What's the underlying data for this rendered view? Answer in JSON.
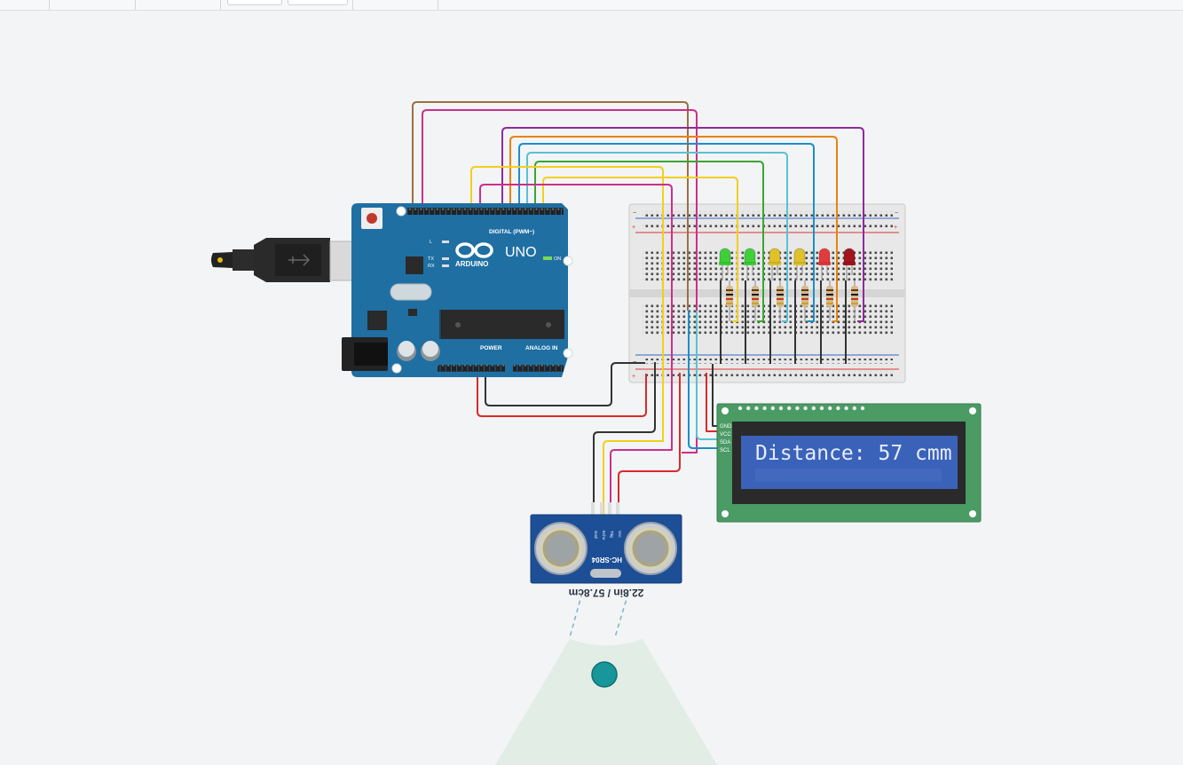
{
  "lcd": {
    "text": "Distance: 57 cmm"
  },
  "arduino": {
    "brand": "ARDUINO",
    "model": "UNO",
    "digital_label": "DIGITAL (PWM~)",
    "power_label": "POWER",
    "analog_label": "ANALOG IN",
    "on_label": "ON",
    "tx_label": "TX",
    "rx_label": "RX",
    "l_label": "L"
  },
  "sensor": {
    "model": "HC-SR04",
    "reading": "22.8in / 57.8cm",
    "pins": [
      "Vcc",
      "Trig",
      "Echo",
      "Gnd"
    ]
  },
  "lcd_pins": [
    "GND",
    "VCC",
    "SDA",
    "SCL"
  ],
  "leds": [
    {
      "color": "#3fcf3a"
    },
    {
      "color": "#3fcf3a"
    },
    {
      "color": "#e0c12a"
    },
    {
      "color": "#e0c12a"
    },
    {
      "color": "#e23b3b"
    },
    {
      "color": "#a3151c"
    }
  ],
  "wire_colors": {
    "brown": "#9b6f43",
    "magenta": "#cc2f8c",
    "purple": "#8e2b9b",
    "orange": "#e8830c",
    "blue": "#1b8fcb",
    "cyan": "#58c1d6",
    "green": "#3aa632",
    "yellow": "#f2cf1d",
    "red": "#d92a2a",
    "black": "#333333"
  },
  "target_color": "#17979a"
}
